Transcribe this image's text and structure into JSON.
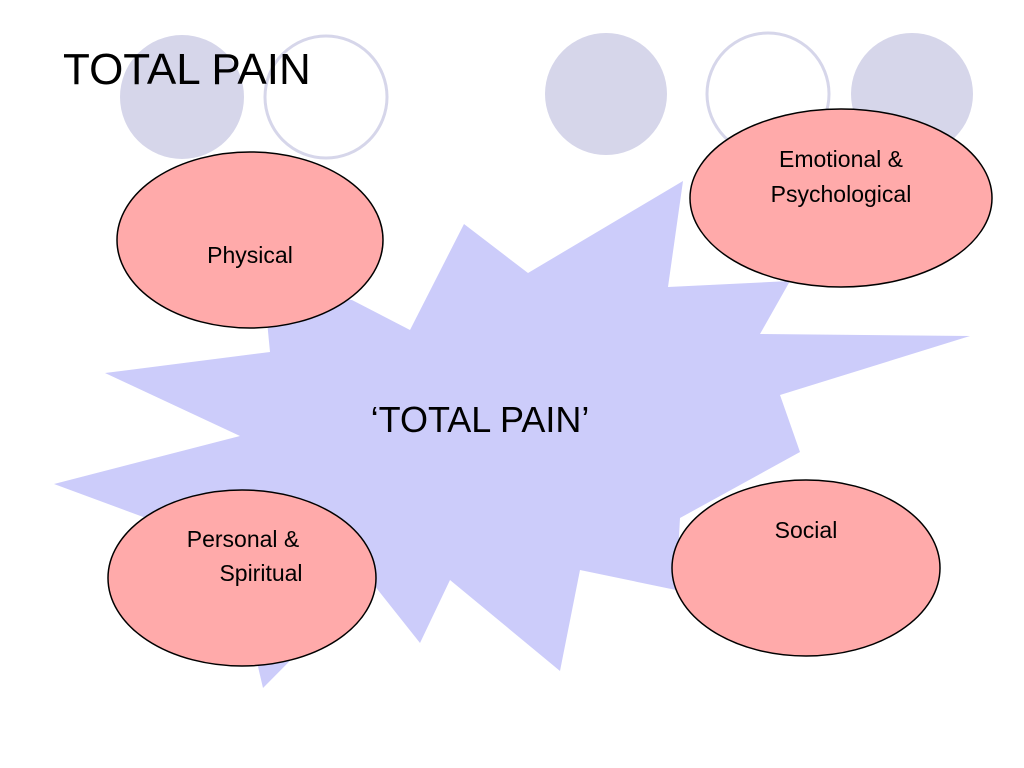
{
  "slide": {
    "title": "TOTAL PAIN"
  },
  "center": {
    "label": "‘TOTAL PAIN’"
  },
  "nodes": {
    "physical": {
      "lines": [
        "Physical"
      ]
    },
    "emotional": {
      "lines": [
        "Emotional &",
        "Psychological"
      ]
    },
    "personal": {
      "lines": [
        "Personal &",
        "Spiritual"
      ]
    },
    "social": {
      "lines": [
        "Social"
      ]
    }
  },
  "colors": {
    "background": "#ffffff",
    "decor_fill": "#d6d6ea",
    "decor_stroke": "#d6d6ea",
    "burst_fill": "#ccccfa",
    "ellipse_fill": "#ffaaaa",
    "ellipse_stroke": "#000000",
    "text": "#000000"
  }
}
